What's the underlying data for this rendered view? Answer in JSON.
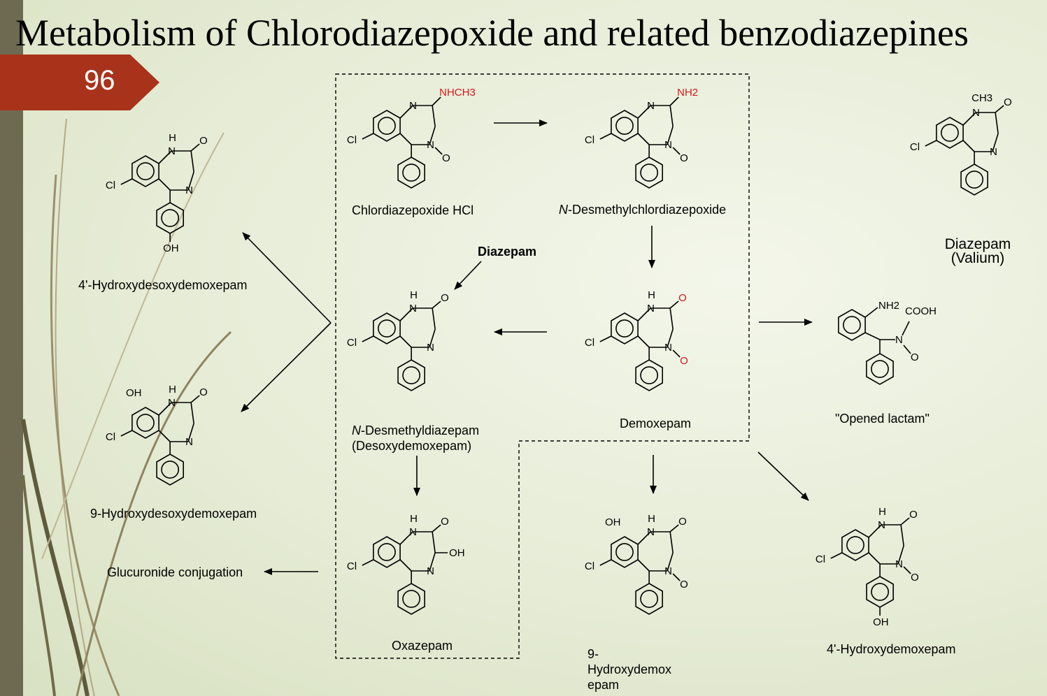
{
  "title": "Metabolism of Chlorodiazepoxide and related benzodiazepines",
  "slide_number": "96",
  "compounds": {
    "chlordiazepoxide": "Chlordiazepoxide HCl",
    "n_desmethylchlordiazepoxide_prefix": "N",
    "n_desmethylchlordiazepoxide_rest": "-Desmethylchlordiazepoxide",
    "demoxepam": "Demoxepam",
    "n_desmethyldiazepam_prefix": "N",
    "n_desmethyldiazepam_rest": "-Desmethyldiazepam",
    "n_desmethyldiazepam_alt": "(Desoxydemoxepam)",
    "oxazepam": "Oxazepam",
    "hydroxydemoxepam_9": "9-\nHydroxydemox\nepam",
    "hydroxydesoxydemoxepam_4": "4'-Hydroxydesoxydemoxepam",
    "hydroxydesoxydemoxepam_9": "9-Hydroxydesoxydemoxepam",
    "opened_lactam": "\"Opened lactam\"",
    "hydroxydemoxepam_4": "4'-Hydroxydemoxepam",
    "diazepam": "Diazepam",
    "diazepam_alt": "(Valium)"
  },
  "annotations": {
    "diazepam_arrow_label": "Diazepam",
    "glucuronide": "Glucuronide conjugation"
  },
  "atom_labels": {
    "cl": "Cl",
    "n": "N",
    "o": "O",
    "h": "H",
    "oh": "OH",
    "nhch3": "NHCH3",
    "nh2": "NH2",
    "ch3": "CH3",
    "cooh": "COOH"
  },
  "colors": {
    "accent": "#a8331a",
    "sidebar": "#6e6a52",
    "highlight_atoms": "#d4181a",
    "dashed_box": "#000000"
  }
}
